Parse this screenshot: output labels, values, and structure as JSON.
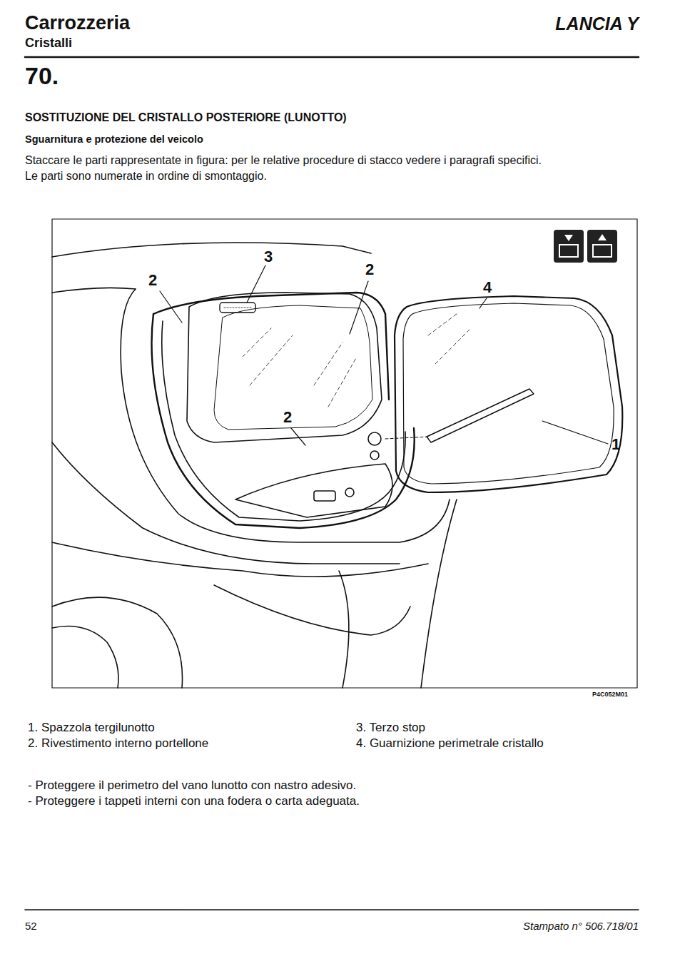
{
  "diagram": {
    "title": "SOSTITUZIONE DEL CRISTALLO POSTERIORE (LUNOTTO)",
    "labels": [
      "Carrozzeria",
      "LANCIA Y",
      "Cristalli",
      "70.",
      "Sguarnitura e protezione del veicolo",
      "Staccare le parti rappresentate in figura: per le relative procedure di stacco vedere i paragrafi specifici.",
      "Le parti sono numerate in ordine di smontaggio.",
      "3",
      "2",
      "2",
      "4",
      "2",
      "1",
      "P4C052M01",
      "1. Spazzola tergilunotto",
      "2. Rivestimento interno portellone",
      "3. Terzo stop",
      "4. Guarnizione perimetrale cristallo",
      "- Proteggere il perimetro del vano lunotto con nastro adesivo.",
      "- Proteggere i tappeti interni con una fodera o carta adeguata.",
      "52",
      "Stampato n° 506.718/01"
    ]
  }
}
